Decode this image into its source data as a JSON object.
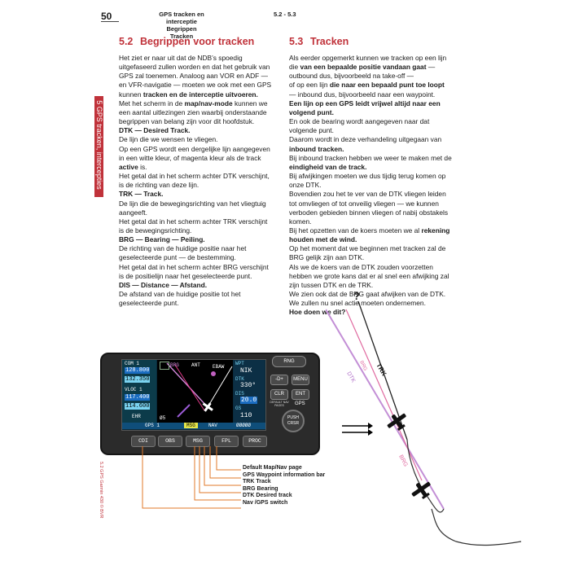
{
  "header": {
    "page_number": "50",
    "section_title_lines": [
      "GPS tracken en interceptie",
      "Begrippen",
      "Tracken"
    ],
    "section_range": "5.2 - 5.3"
  },
  "side_tab": {
    "text": "5 GPS tracken, intercepties"
  },
  "side_footer": {
    "text": "5.2 GPS Garmin 430 © BVR"
  },
  "left": {
    "heading_num": "5.2",
    "heading": "Begrippen voor tracken",
    "paragraphs": [
      [
        {
          "t": "Het ziet er naar uit dat de NDB’s spoedig uitgefaseerd zullen worden en dat het gebruik van GPS zal toenemen. Analoog aan VOR en ADF — en VFR-navigatie — moeten we ook met een GPS kunnen "
        },
        {
          "t": "tracken en de interceptie uitvoeren.",
          "b": true
        }
      ],
      [
        {
          "t": "Met het scherm in de "
        },
        {
          "t": "map/nav-mode",
          "b": true
        },
        {
          "t": " kunnen we een aantal uitlezingen zien waarbij onderstaande begrippen van belang zijn voor dit hoofdstuk."
        }
      ],
      [
        {
          "t": "DTK — Desired Track.",
          "b": true
        }
      ],
      [
        {
          "t": "De lijn die we wensen te vliegen."
        }
      ],
      [
        {
          "t": "Op een GPS wordt een dergelijke lijn aangegeven in een witte kleur, of magenta kleur als de track "
        },
        {
          "t": "active",
          "b": true
        },
        {
          "t": " is."
        }
      ],
      [
        {
          "t": "Het getal dat in het scherm achter DTK verschijnt, is de richting van deze lijn."
        }
      ],
      [
        {
          "t": "TRK — Track.",
          "b": true
        }
      ],
      [
        {
          "t": "De lijn die de bewegingsrichting van het vliegtuig aangeeft."
        }
      ],
      [
        {
          "t": "Het getal dat in het scherm achter TRK verschijnt is de bewegingsrichting."
        }
      ],
      [
        {
          "t": "BRG — Bearing — Peiling.",
          "b": true
        }
      ],
      [
        {
          "t": "De richting van de huidige positie naar het geselecteerde punt — de bestemming."
        }
      ],
      [
        {
          "t": "Het getal dat in het scherm achter BRG verschijnt is de positielijn naar het geselecteerde punt."
        }
      ],
      [
        {
          "t": "DIS — Distance — Afstand.",
          "b": true
        }
      ],
      [
        {
          "t": "De afstand van de huidige positie tot het geselecteerde punt."
        }
      ]
    ]
  },
  "right": {
    "heading_num": "5.3",
    "heading": "Tracken",
    "paragraphs": [
      [
        {
          "t": "Als eerder opgemerkt kunnen we tracken op een lijn die "
        },
        {
          "t": "van een bepaalde positie vandaan gaat",
          "b": true
        },
        {
          "t": " — outbound dus, bijvoorbeeld na take-off —"
        }
      ],
      [
        {
          "t": "of op een lijn "
        },
        {
          "t": "die naar een bepaald punt toe loopt",
          "b": true
        },
        {
          "t": " — inbound dus, bijvoorbeeld naar een waypoint."
        }
      ],
      [
        {
          "t": "Een lijn op een GPS leidt vrijwel altijd naar een volgend punt.",
          "b": true
        }
      ],
      [
        {
          "t": "En ook de bearing wordt aangegeven naar dat volgende punt."
        }
      ],
      [
        {
          "t": "Daarom wordt in deze verhandeling uitgegaan van "
        },
        {
          "t": "inbound tracken.",
          "b": true
        }
      ],
      [
        {
          "t": "Bij inbound tracken hebben we weer te maken met de "
        },
        {
          "t": "eindigheid van de track.",
          "b": true
        }
      ],
      [
        {
          "t": "Bij afwijkingen moeten we dus tijdig terug komen op onze DTK."
        }
      ],
      [
        {
          "t": "Bovendien zou het te ver van de DTK vliegen leiden tot omvliegen of tot onveilig vliegen — we kunnen verboden gebieden binnen vliegen of nabij obstakels komen."
        }
      ],
      [
        {
          "t": "Bij het opzetten van de koers moeten we al "
        },
        {
          "t": "rekening houden met de wind.",
          "b": true
        }
      ],
      [
        {
          "t": "Op het moment dat we beginnen met tracken zal de BRG gelijk zijn aan DTK."
        }
      ],
      [
        {
          "t": "Als we de koers van de DTK zouden voorzetten hebben we grote kans dat er al snel een afwijking zal zijn tussen DTK en de TRK."
        }
      ],
      [
        {
          "t": "We zien ook dat de BRG gaat afwijken van de DTK."
        }
      ],
      [
        {
          "t": "We zullen nu snel actie  moeten ondernemen."
        }
      ],
      [
        {
          "t": "Hoe doen we dit?",
          "b": true
        }
      ]
    ],
    "question_mark": "?"
  },
  "gps": {
    "left_pane": {
      "com_label": "COM 1",
      "com_active": "128.800",
      "com_standby": "132.350",
      "vloc_label": "VLOC 1",
      "vloc_active": "117.400",
      "vloc_standby": "114.600",
      "ident": "EHR"
    },
    "map": {
      "nav_mode": "NAV",
      "ant_label": "ANT",
      "wpt_name": "EBAW",
      "brg_map_label": "BRG",
      "scale": "Ø5"
    },
    "right_pane": {
      "wpt_label": "WPT",
      "wpt_value": "NIK",
      "dtk_label": "DTK",
      "dtk_value": "330°",
      "dis_label": "DIS",
      "dis_value": "20.0",
      "gs_label": "GS",
      "gs_value": "110"
    },
    "status_bar": {
      "gps_label": "GPS 1",
      "msg": "MSG",
      "nav_label": "NAV",
      "time": "ØØØØØ"
    },
    "bottom_buttons": [
      "CDI",
      "OBS",
      "MSG",
      "FPL",
      "PROC"
    ],
    "right_buttons": {
      "rng": "RNG",
      "direct": "-D+",
      "menu": "MENU",
      "clr": "CLR",
      "ent": "ENT",
      "default_nav_pages": "DEFAULT NAV PAGES",
      "gps_label": "GPS",
      "push_crsr": "PUSH CRSR"
    }
  },
  "callouts": [
    "Default Map/Nav page",
    "GPS Waypoint information bar",
    "TRK Track",
    "BRG Bearing",
    "DTK Desired track",
    "Nav /GPS switch"
  ],
  "diagram": {
    "trk_label": "TRK",
    "dtk_label": "DTK",
    "brg_label_upper": "BRG",
    "brg_label_lower": "BRG"
  },
  "colors": {
    "accent": "#c0323a",
    "dtk_line": "#c38fd6",
    "brg_line": "#e06aa0",
    "callout_line": "#e07a2a"
  }
}
